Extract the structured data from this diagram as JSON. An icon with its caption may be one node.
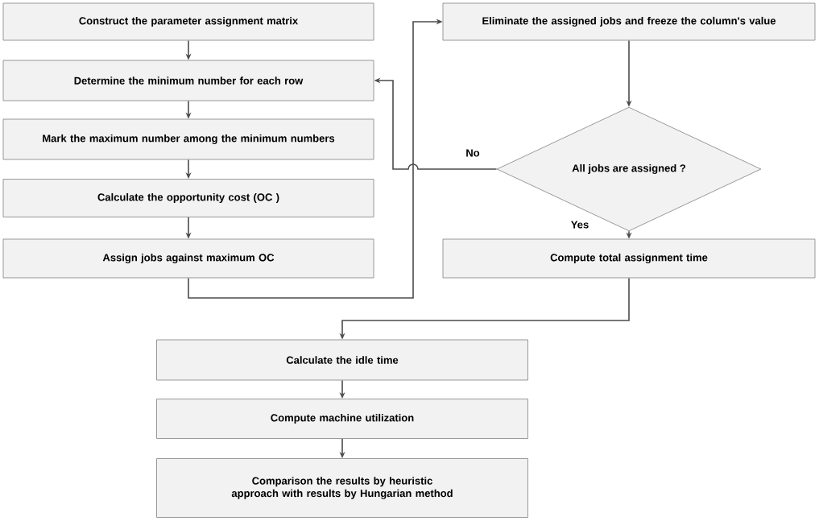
{
  "diagram": {
    "nodes": [
      {
        "text": [
          "Construct the parameter assignment matrix"
        ]
      },
      {
        "text": [
          "Determine the minimum number for each row"
        ]
      },
      {
        "text": [
          "Mark the maximum number among the minimum numbers"
        ]
      },
      {
        "text": [
          "Calculate the opportunity cost (OC )"
        ]
      },
      {
        "text": [
          "Assign jobs against maximum OC"
        ]
      },
      {
        "text": [
          "Eliminate the assigned jobs and freeze the column's value"
        ]
      },
      {
        "text": [
          "All jobs are assigned ?"
        ]
      },
      {
        "text": [
          "Compute total assignment time"
        ]
      },
      {
        "text": [
          "Calculate the idle time"
        ]
      },
      {
        "text": [
          "Compute machine utilization"
        ]
      },
      {
        "text": [
          "Comparison the results by heuristic approach with results by Hungarian method"
        ]
      }
    ],
    "edges": [
      {
        "from": 0,
        "to": 1,
        "arrow": "to"
      },
      {
        "from": 1,
        "to": 2,
        "arrow": "to"
      },
      {
        "from": 2,
        "to": 3,
        "arrow": "to"
      },
      {
        "from": 3,
        "to": 4,
        "arrow": "to"
      },
      {
        "from": 4,
        "to": 5,
        "arrow": "to"
      },
      {
        "from": 5,
        "to": 6,
        "arrow": "to"
      },
      {
        "from": 6,
        "to": 1,
        "arrow": "to",
        "label": "No"
      },
      {
        "from": 6,
        "to": 7,
        "arrow": "to",
        "label": "Yes"
      },
      {
        "from": 7,
        "to": 8,
        "arrow": "to"
      },
      {
        "from": 8,
        "to": 9,
        "arrow": "to"
      },
      {
        "from": 9,
        "to": 10,
        "arrow": "to"
      }
    ]
  }
}
